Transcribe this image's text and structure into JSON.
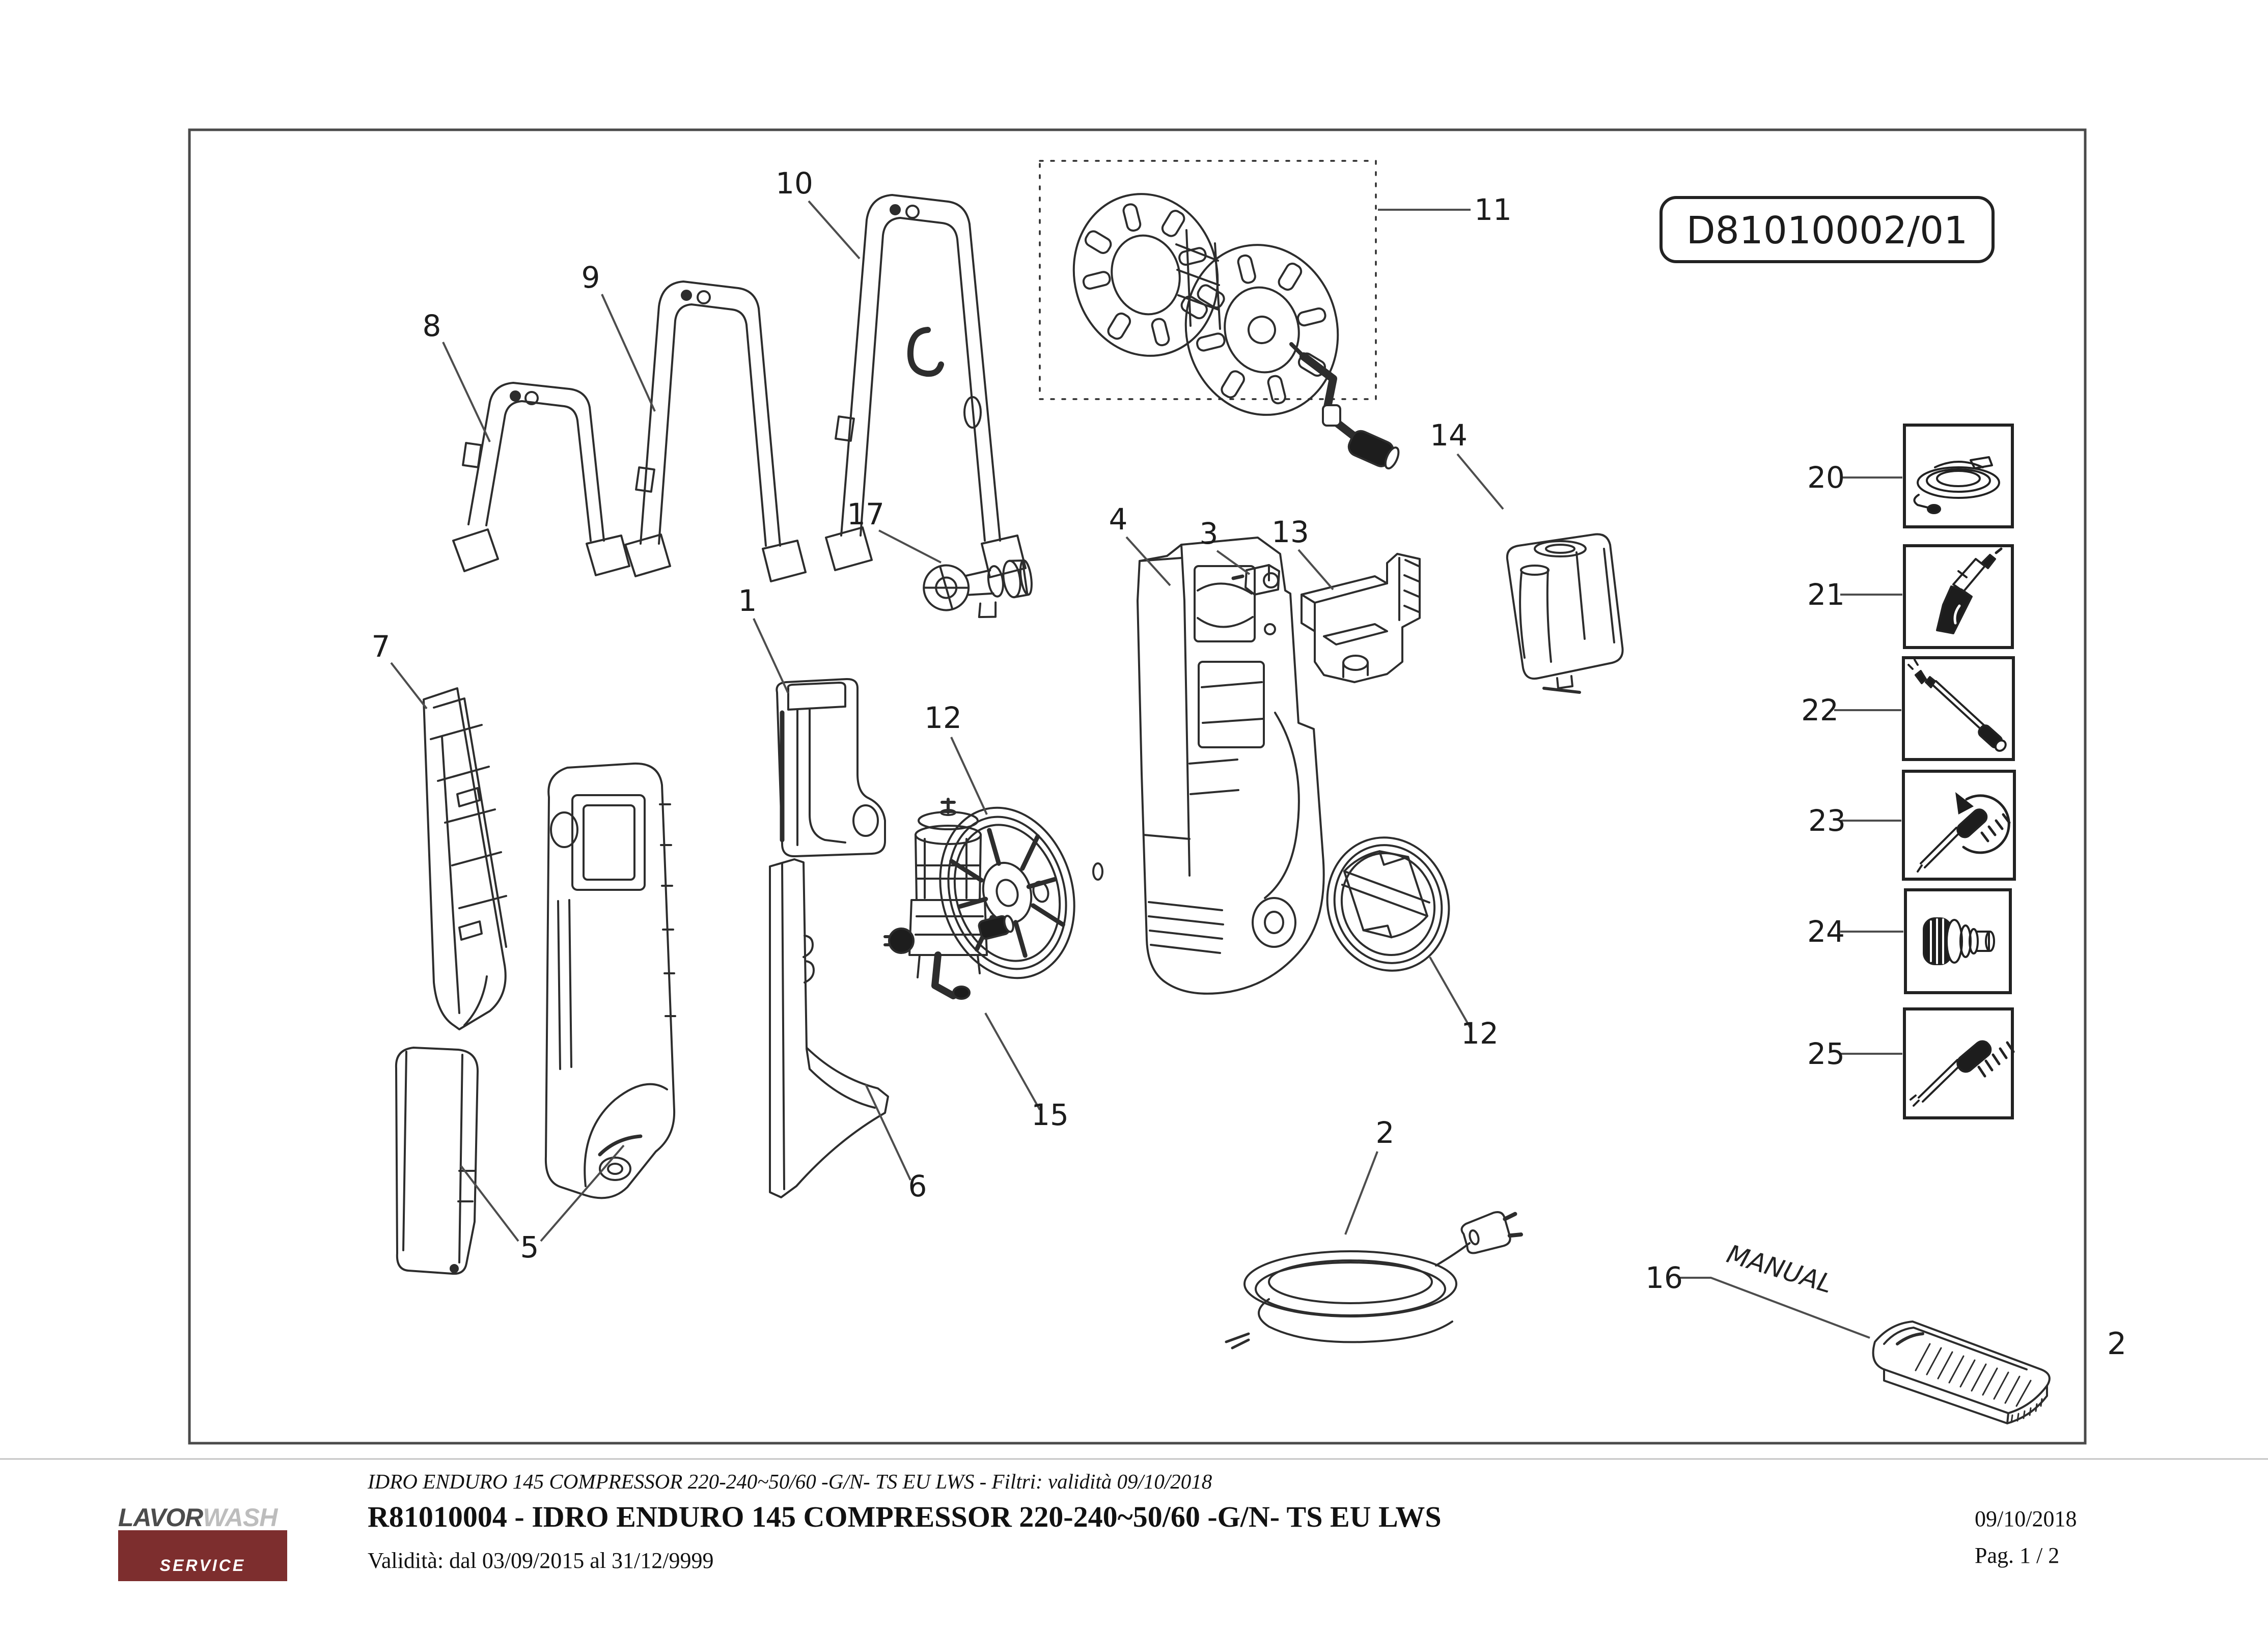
{
  "doc_code": "D81010002/01",
  "page_corner": "2",
  "manual_label": "MANUAL",
  "callouts": {
    "p1": "1",
    "p2": "2",
    "p3": "3",
    "p4": "4",
    "p5": "5",
    "p6": "6",
    "p7": "7",
    "p8": "8",
    "p9": "9",
    "p10": "10",
    "p11": "11",
    "p12a": "12",
    "p12b": "12",
    "p13": "13",
    "p14": "14",
    "p15": "15",
    "p16": "16",
    "p17": "17"
  },
  "accessories": [
    {
      "label": "20",
      "icon": "hose-coil-icon"
    },
    {
      "label": "21",
      "icon": "spray-gun-icon"
    },
    {
      "label": "22",
      "icon": "lance-icon"
    },
    {
      "label": "23",
      "icon": "rotating-brush-icon"
    },
    {
      "label": "24",
      "icon": "hose-adapter-icon"
    },
    {
      "label": "25",
      "icon": "wash-brush-icon"
    }
  ],
  "footer": {
    "model_line_italic": "IDRO ENDURO 145 COMPRESSOR 220-240~50/60 -G/N- TS EU LWS - Filtri: validità 09/10/2018",
    "title_bold": "R81010004 - IDRO ENDURO 145 COMPRESSOR 220-240~50/60 -G/N- TS EU LWS",
    "validity": "Validità: dal 03/09/2015 al 31/12/9999",
    "date": "09/10/2018",
    "page": "Pag. 1 / 2"
  },
  "logo": {
    "brand_primary": "LAVOR",
    "brand_secondary": "WASH",
    "service": "SERVICE",
    "bg_color": "#7d2e2e"
  }
}
